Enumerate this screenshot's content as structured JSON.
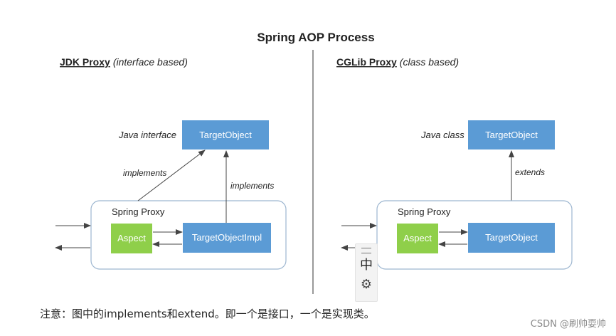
{
  "diagram": {
    "title": "Spring AOP Process",
    "left": {
      "heading_bold": "JDK Proxy",
      "heading_italic": "(interface based)",
      "type_label": "Java interface",
      "target_box": "TargetObject",
      "arrow_label_1": "implements",
      "arrow_label_2": "implements",
      "proxy_label": "Spring Proxy",
      "aspect_box": "Aspect",
      "impl_box": "TargetObjectImpl"
    },
    "right": {
      "heading_bold": "CGLib Proxy",
      "heading_italic": "(class based)",
      "type_label": "Java class",
      "target_box": "TargetObject",
      "arrow_label": "extends",
      "proxy_label": "Spring Proxy",
      "aspect_box": "Aspect",
      "impl_box": "TargetObject"
    },
    "colors": {
      "blue_box": "#5b9bd5",
      "green_box": "#8fcf4a",
      "proxy_border": "#9db6d0",
      "arrow": "#444444"
    }
  },
  "note": "注意：图中的implements和extend。即一个是接口，一个是实现类。",
  "watermark": "CSDN @刷帅耍帅",
  "ime_toolbar": {
    "grip_icon": "grip-lines-icon",
    "ime_char": "中",
    "settings_icon": "⚙"
  }
}
